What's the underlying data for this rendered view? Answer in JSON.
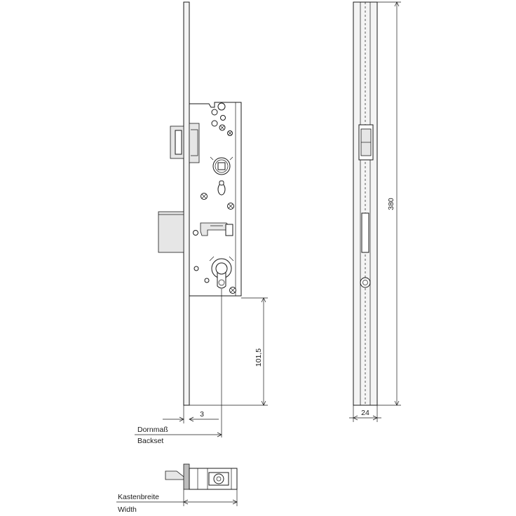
{
  "dimensions": {
    "backset_value": "3",
    "distance_value": "101,5",
    "height_value": "380",
    "width_value": "24"
  },
  "labels": {
    "backset_de": "Dornmaß",
    "backset_en": "Backset",
    "case_width_de": "Kastenbreite",
    "case_width_en": "Width"
  },
  "colors": {
    "line": "#1a1a1a",
    "plate": "#f4f4f4",
    "shade": "#e6e6e6"
  }
}
